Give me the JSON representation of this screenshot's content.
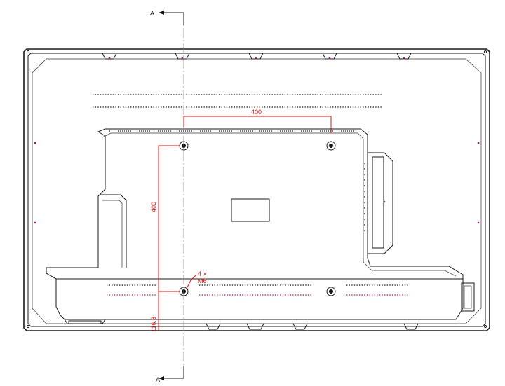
{
  "section": {
    "label_top": "A",
    "label_bottom": "A"
  },
  "dimensions": {
    "horizontal_spacing": "400",
    "vertical_spacing": "400",
    "bottom_offset": "116.8",
    "hole_callout_count": "4 ×",
    "hole_callout_thread": "M6"
  },
  "colors": {
    "dimension": "#e01010",
    "outline": "#1a1a1a",
    "marker": "#a0127a"
  }
}
